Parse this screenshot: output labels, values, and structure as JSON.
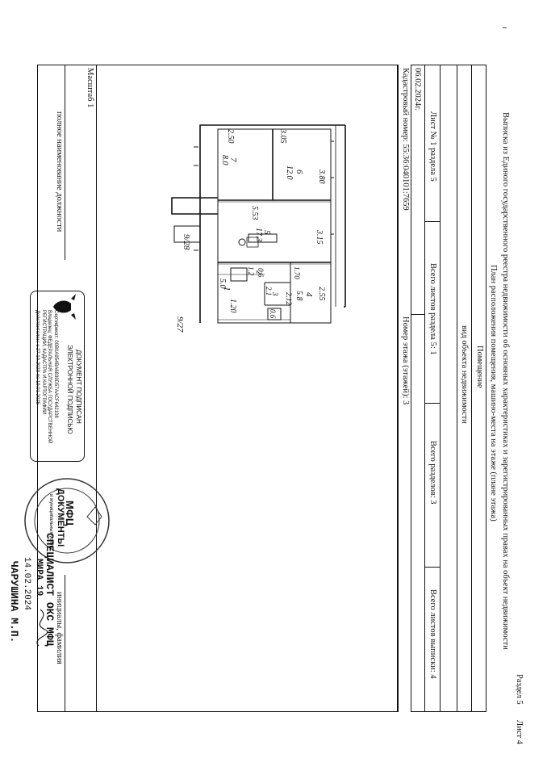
{
  "header": {
    "section": "Раздел 5",
    "sheet": "Лист 4",
    "title": "Выписка из Единого государственного реестра недвижимости об основных характеристиках и зарегистрированных правах на объект недвижимости",
    "subtitle": "План расположения помещения, машино-места на этаже (плане этажа)"
  },
  "table": {
    "object_kind_value": "Помещение",
    "object_kind_label": "вид объекта недвижимости",
    "sheet_no": "Лист № 1 раздела 5",
    "sheets_in_section": "Всего листов раздела 5: 1",
    "sections_total": "Всего разделов: 3",
    "sheets_total": "Всего листов выписки: 4",
    "date": "06.02.2024г.",
    "cadastral": "Кадастровый номер: 55:36:040101:7659",
    "floor": "Номер этажа (этажей): 3",
    "scale": "Масштаб 1"
  },
  "plan": {
    "rooms": [
      {
        "num": "7",
        "area": "8.0",
        "dim_a": "2.50"
      },
      {
        "num": "6",
        "area": "12.0",
        "dim_a": "3.05",
        "dim_b": "3.80"
      },
      {
        "num": "5",
        "area": "17.3",
        "dim_a": "5.53",
        "dim_b": "3.15"
      },
      {
        "num": "4",
        "area": "5.8",
        "dim_a": "2.55"
      },
      {
        "num": "1",
        "area": "5.0",
        "dim_a": "1.20"
      },
      {
        "num": "2",
        "area": "1.2"
      },
      {
        "num": "3",
        "area": "2.1"
      },
      {
        "num": "",
        "area": "0.6"
      }
    ],
    "other_dims": [
      "1.70",
      "0.6",
      "2.12"
    ],
    "corridor_note": "9/28",
    "bottom_note": "9/27"
  },
  "signature": {
    "position_label": "полное наименование должности",
    "initials_label": "инициалы, фамилия"
  },
  "e_sign": {
    "line1": "ДОКУМЕНТ ПОДПИСАН",
    "line2": "ЭЛЕКТРОННОЙ ПОДПИСЬЮ",
    "cert": "Сертификат: 00B0A954BA6839D57AACF642108",
    "owner": "Владелец: ФЕДЕРАЛЬНАЯ СЛУЖБА ГОСУДАРСТВЕННОЙ",
    "owner2": "РЕГИСТРАЦИИ, КАДАСТРА И КАРТОГРАФИИ",
    "valid": "Действителен: с 27.10.2023 по 19.01.2025"
  },
  "stamp": {
    "top": "МФЦ",
    "mid": "ДОКУМЕНТЫ",
    "bottom": "и муниципальных услуг"
  },
  "certification": {
    "line1": "СПЕЦИАЛИСТ ОКС МФЦ",
    "line2": "МИРА 19",
    "line3": "14.02.2024",
    "line4": "ЧАРУШИНА М.П."
  }
}
